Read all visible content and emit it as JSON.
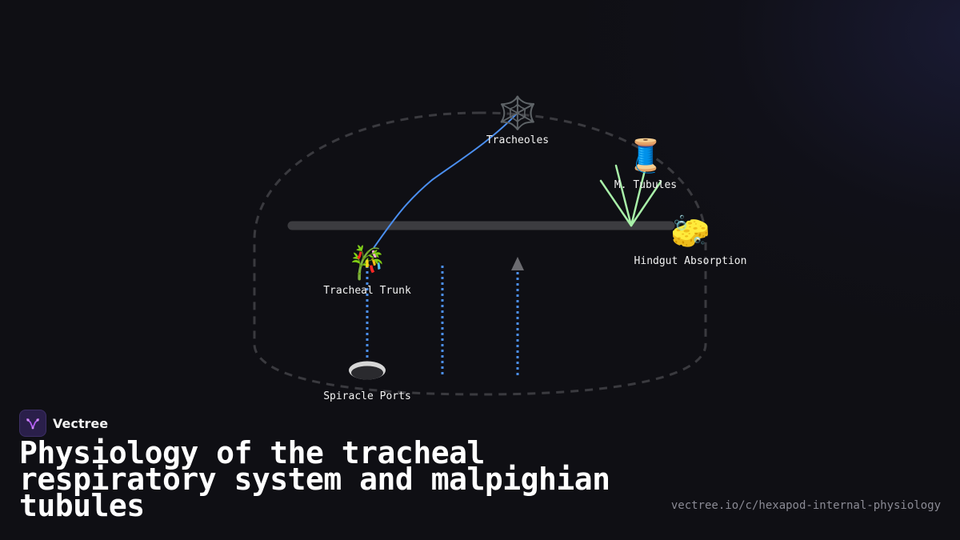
{
  "nodes": {
    "tracheoles": {
      "label": "Tracheoles",
      "icon": "🕸️",
      "icon_name": "spider-web-icon"
    },
    "malpighian_tubules": {
      "label": "M. Tubules",
      "icon": "🧵",
      "icon_name": "thread-spool-icon"
    },
    "hindgut": {
      "label": "Hindgut Absorption",
      "icon": "🧽",
      "icon_name": "sponge-icon"
    },
    "tracheal_trunk": {
      "label": "Tracheal Trunk",
      "icon": "🎋",
      "icon_name": "tanabata-tree-icon"
    },
    "spiracle_ports": {
      "label": "Spiracle Ports",
      "icon_name": "spiracle-opening-icon"
    }
  },
  "brand": {
    "name": "Vectree"
  },
  "title": "Physiology of the tracheal respiratory system and malpighian tubules",
  "url": "vectree.io/c/hexapod-internal-physiology",
  "colors": {
    "background": "#0f0f14",
    "body_outline": "#3a3a3f",
    "gut_tube": "#3c3c40",
    "airflow": "#4b8ff0",
    "tubules": "#a8f0a8",
    "arrow": "#6b6b70",
    "label": "#f2f2f2",
    "url": "#8a8a94",
    "brand_logo_bg": "#2a1f4a",
    "brand_logo_mark": "#b05cf0"
  }
}
